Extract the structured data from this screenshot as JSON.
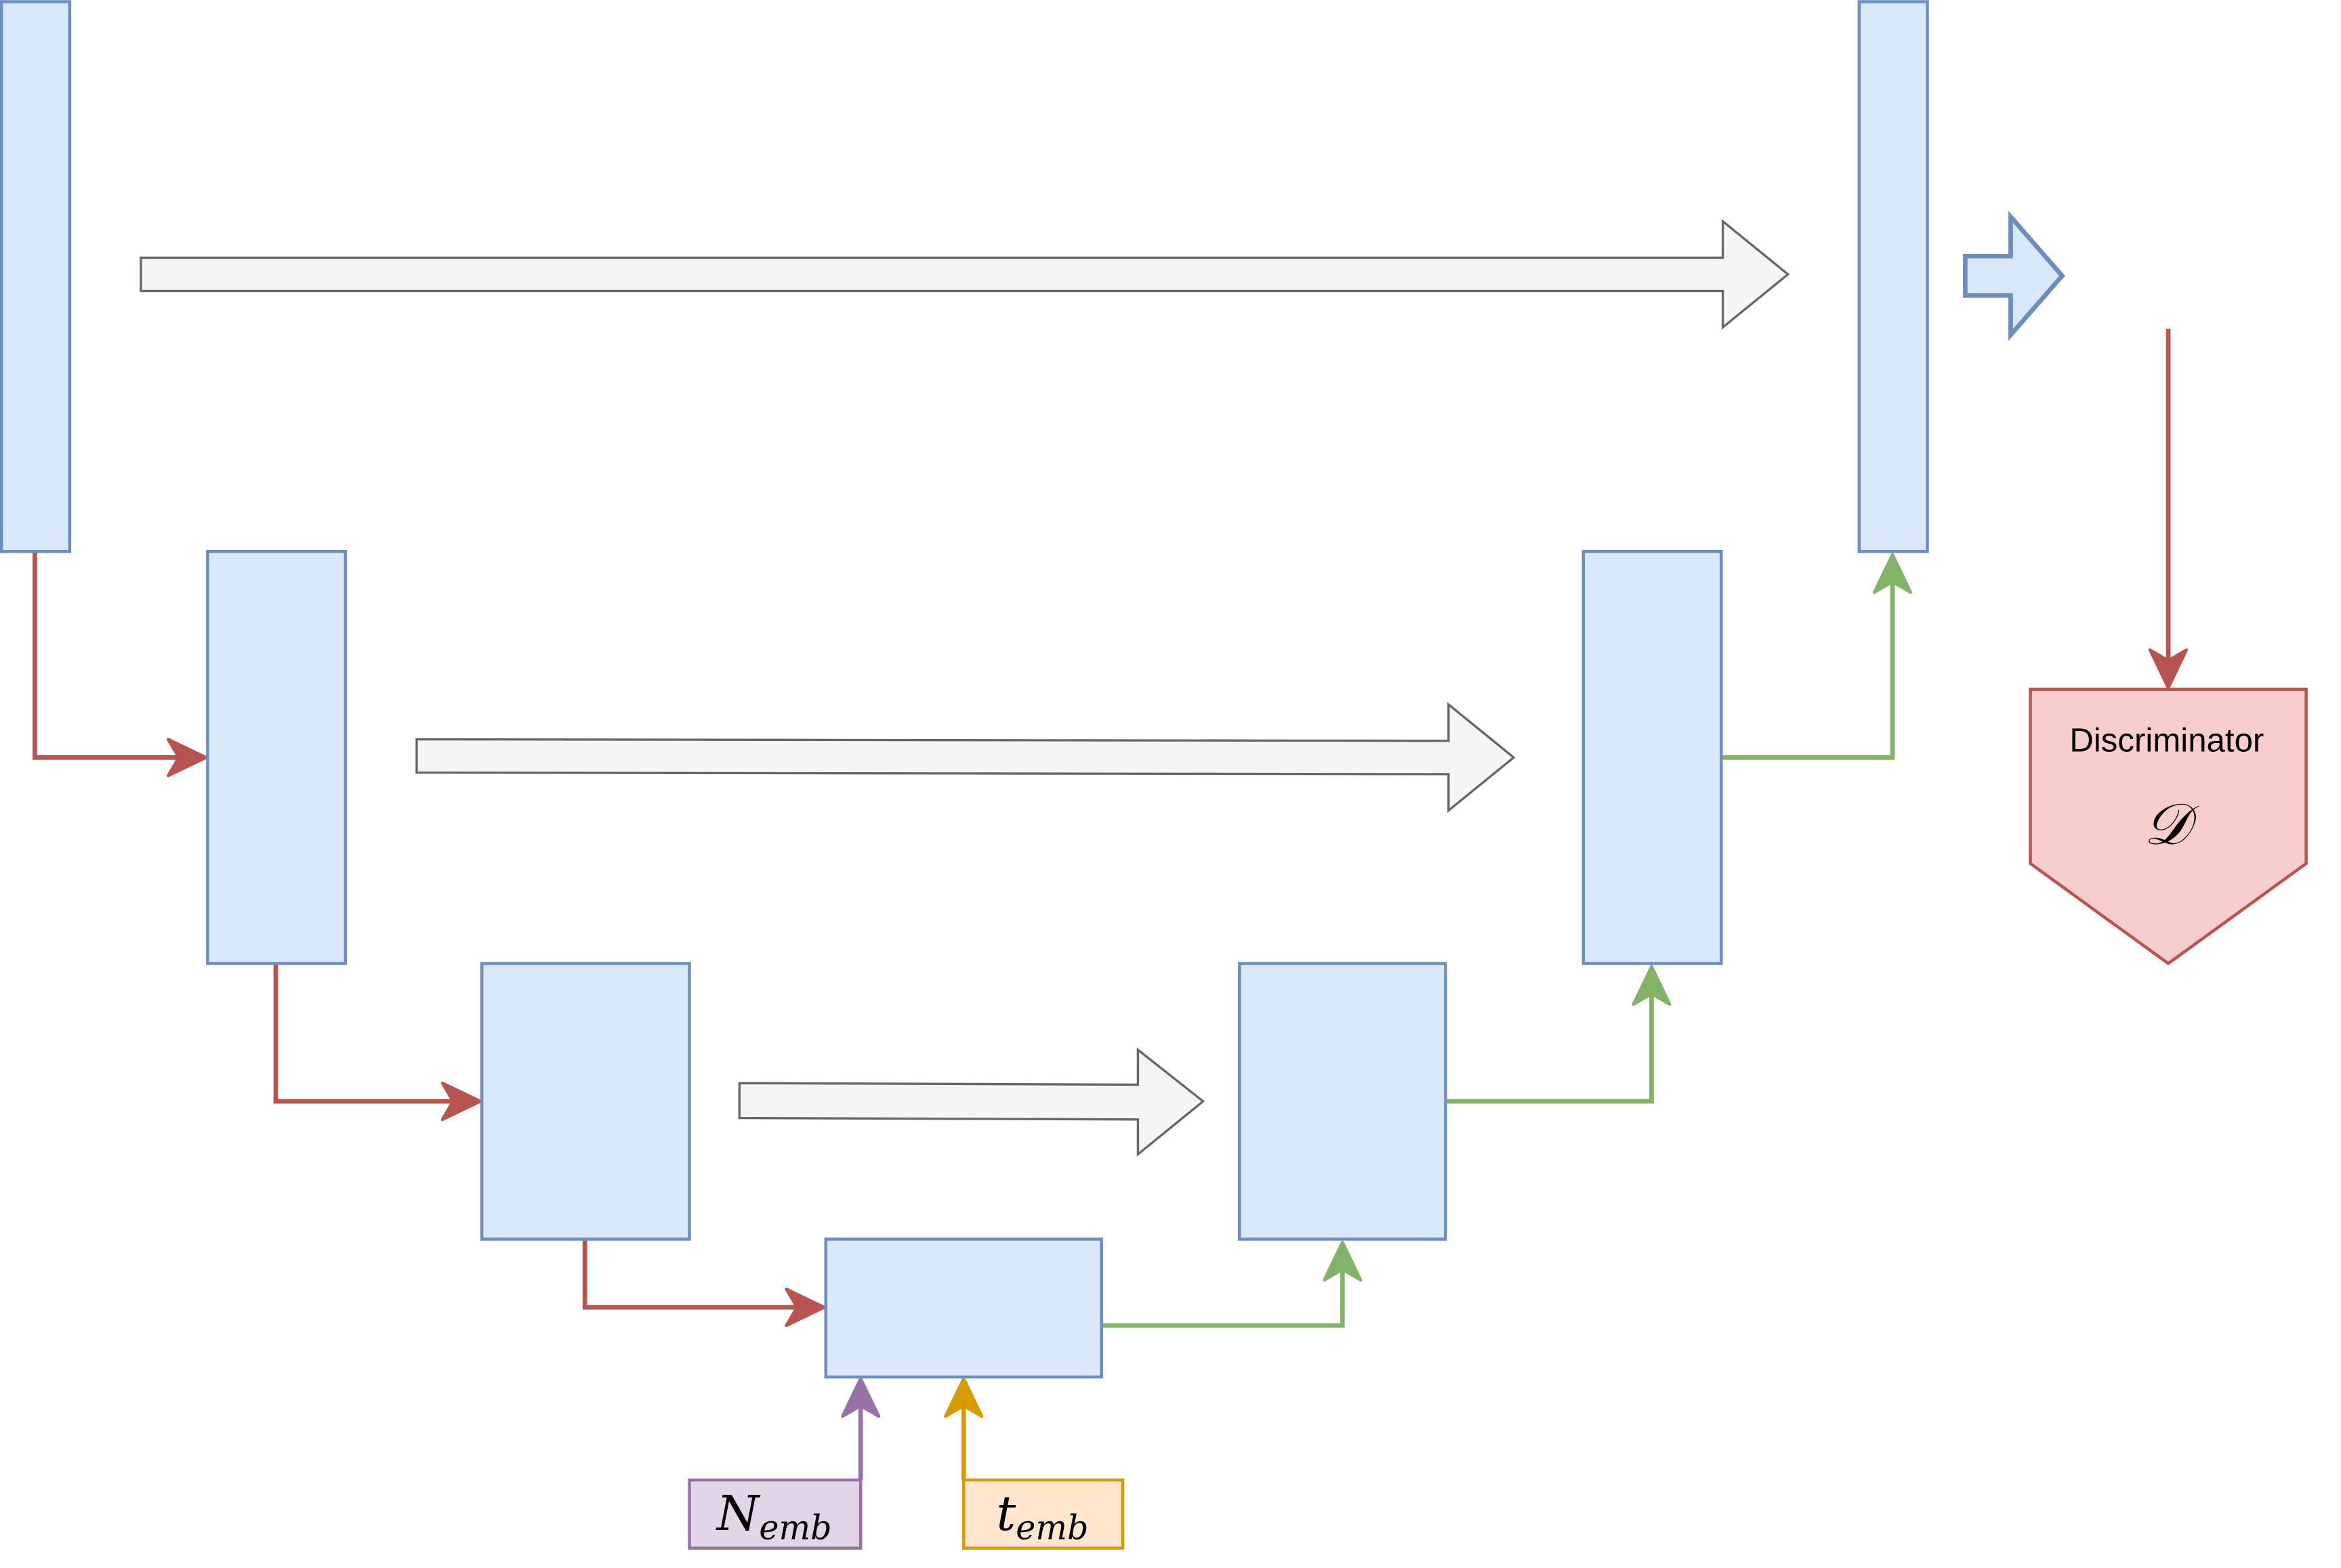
{
  "discriminator": {
    "label": "Discriminator",
    "symbol": "𝒟"
  },
  "embeddings": {
    "noise": {
      "base": "N",
      "sub": "emb"
    },
    "time": {
      "base": "t",
      "sub": "emb"
    }
  },
  "colors": {
    "block_fill": "#dae8fc",
    "block_stroke": "#6c8ebf",
    "encoder_arrow": "#b85450",
    "decoder_arrow": "#82b366",
    "skip_fill": "#f5f5f5",
    "skip_stroke": "#666666",
    "discriminator_fill": "#f8cecc",
    "discriminator_stroke": "#b85450",
    "noise_fill": "#e1d5e7",
    "noise_stroke": "#9673a6",
    "time_fill": "#ffe6cc",
    "time_stroke": "#d79b00"
  }
}
